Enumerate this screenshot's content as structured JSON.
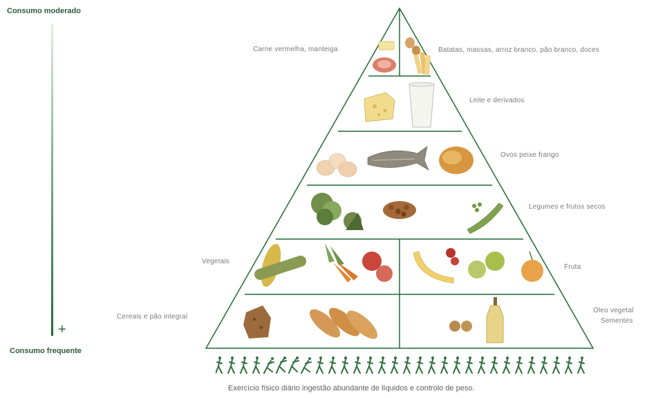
{
  "scale": {
    "top_label": "Consumo moderado",
    "bottom_label": "Consumo frequente",
    "plus_symbol": "+"
  },
  "pyramid": {
    "levels": [
      {
        "left": "Carne vermelha, manteiga",
        "right": "Batatas, massas, arroz branco, pão branco, doces"
      },
      {
        "label": "Leite e derivados"
      },
      {
        "label": "Ovos peixe frango"
      },
      {
        "label": "Legumes e frutos secos"
      },
      {
        "left": "Vegetais",
        "right": "Fruta"
      },
      {
        "left": "Cereais e pão integral",
        "right_line1": "Óleo vegetal",
        "right_line2": "Sementes"
      }
    ]
  },
  "footer": {
    "caption": "Exercício físico diário ingestão abundante de líquidos e controlo de peso."
  }
}
